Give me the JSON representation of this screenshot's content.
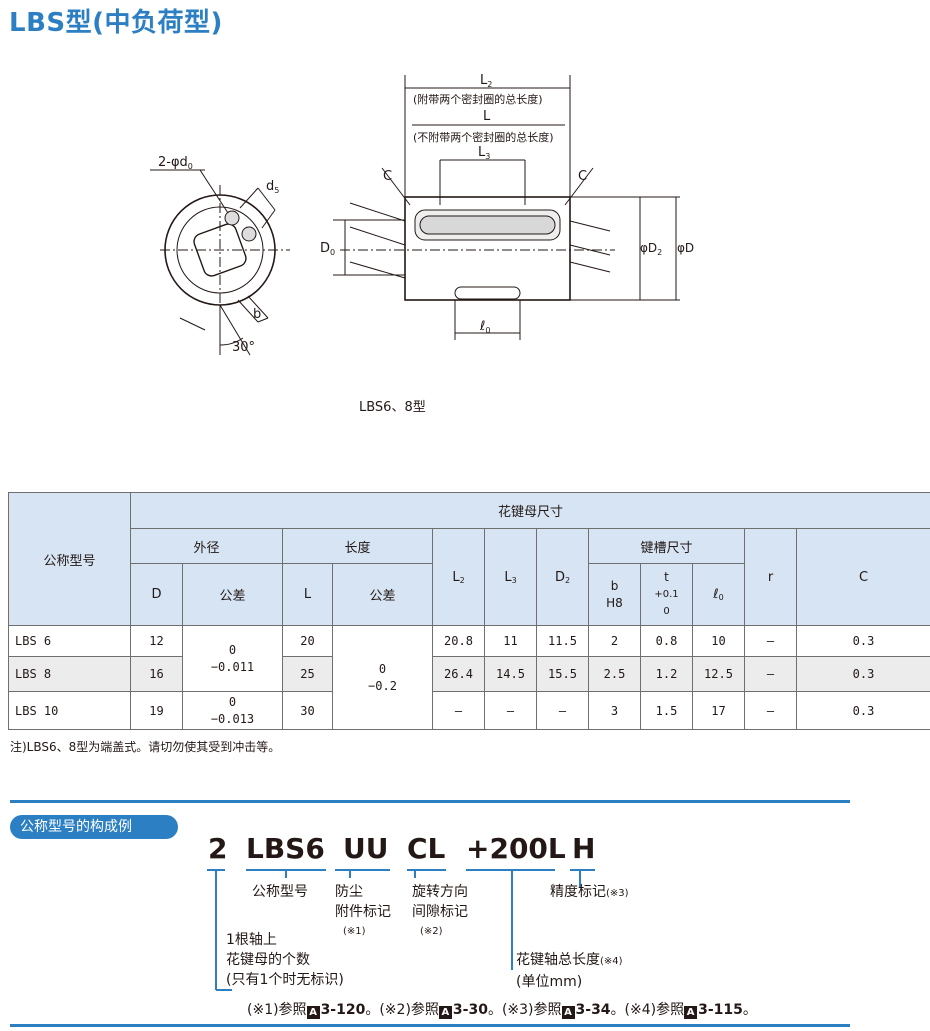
{
  "title": "LBS型(中负荷型)",
  "drawing": {
    "caption": "LBS6、8型",
    "labels": {
      "l2": "L",
      "l2_sub": "2",
      "l2_note": "(附带两个密封圈的总长度)",
      "l": "L",
      "l_note": "(不附带两个密封圈的总长度)",
      "l3": "L",
      "l3_sub": "3",
      "c_left": "C",
      "c_right": "C",
      "d0_pre": "2-φd",
      "d0_sub": "0",
      "d5": "d",
      "d5_sub": "5",
      "D0": "D",
      "D0_sub": "0",
      "D2": "φD",
      "D2_sub": "2",
      "D": "φD",
      "b": "b",
      "angle": "30°",
      "l0": "ℓ",
      "l0_sub": "0"
    }
  },
  "table": {
    "header": {
      "model": "公称型号",
      "spline_dims": "花键母尺寸",
      "outer": "外径",
      "length": "长度",
      "keyway": "键槽尺寸",
      "D": "D",
      "tol": "公差",
      "L": "L",
      "tol2": "公差",
      "L2": "L",
      "L2_sub": "2",
      "L3": "L",
      "L3_sub": "3",
      "D2": "D",
      "D2_sub": "2",
      "b": "b",
      "b_fit": "H8",
      "t": "t",
      "t_tol": "+0.1",
      "t_tol2": "0",
      "l0": "ℓ",
      "l0_sub": "0",
      "r": "r",
      "C": "C"
    },
    "rows": [
      {
        "model": "LBS 6",
        "D": "12",
        "L": "20",
        "L2": "20.8",
        "L3": "11",
        "D2": "11.5",
        "b": "2",
        "t": "0.8",
        "l0": "10",
        "r": "—",
        "C": "0.3"
      },
      {
        "model": "LBS 8",
        "D": "16",
        "L": "25",
        "L2": "26.4",
        "L3": "14.5",
        "D2": "15.5",
        "b": "2.5",
        "t": "1.2",
        "l0": "12.5",
        "r": "—",
        "C": "0.3"
      },
      {
        "model": "LBS 10",
        "D": "19",
        "L": "30",
        "L2": "—",
        "L3": "—",
        "D2": "—",
        "b": "3",
        "t": "1.5",
        "l0": "17",
        "r": "—",
        "C": "0.3"
      }
    ],
    "tol_D_1_upper": "0",
    "tol_D_1_lower": "−0.011",
    "tol_D_2_upper": "0",
    "tol_D_2_lower": "−0.013",
    "tol_L_upper": "0",
    "tol_L_lower": "−0.2",
    "note": "注)LBS6、8型为端盖式。请切勿使其受到冲击等。"
  },
  "example": {
    "title": "公称型号的构成例",
    "code": {
      "qty": "2",
      "model": "LBS6",
      "seal": "UU",
      "clear": "CL",
      "len": "+200L",
      "acc": "H"
    },
    "labels": {
      "model": "公称型号",
      "seal_1": "防尘",
      "seal_2": "附件标记",
      "seal_ref": "(※1)",
      "clear_1": "旋转方向",
      "clear_2": "间隙标记",
      "clear_ref": "(※2)",
      "acc": "精度标记",
      "acc_ref": "(※3)",
      "qty_1": "1根轴上",
      "qty_2": "花键母的个数",
      "qty_3": "(只有1个时无标识)",
      "len_1": "花键轴总长度",
      "len_ref": "(※4)",
      "len_2": "(单位mm)"
    },
    "footnote": {
      "r1": "(※1)参照",
      "p1": "3-120",
      "r2": "。(※2)参照",
      "p2": "3-30",
      "r3": "。(※3)参照",
      "p3": "3-34",
      "r4": "。(※4)参照",
      "p4": "3-115",
      "end": "。",
      "box": "A"
    }
  }
}
